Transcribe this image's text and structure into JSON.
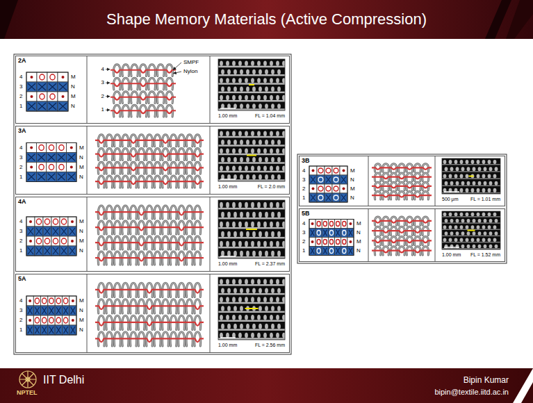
{
  "diagram": {
    "title": "Shape Memory Materials (Active Compression)",
    "nodes": [
      {
        "text": [
          "2A"
        ]
      },
      {
        "text": [
          "3A"
        ]
      },
      {
        "text": [
          "4A"
        ]
      },
      {
        "text": [
          "5A"
        ]
      },
      {
        "text": [
          "3B"
        ]
      },
      {
        "text": [
          "5B"
        ]
      }
    ],
    "labels": [
      "4",
      "M",
      "3",
      "N",
      "2",
      "M",
      "1",
      "N",
      "SMPF",
      "Nylon",
      "4",
      "3",
      "2",
      "1",
      "1.00 mm",
      "FL = 1.04 mm",
      "4",
      "M",
      "3",
      "N",
      "2",
      "M",
      "1",
      "N",
      "1.00 mm",
      "FL = 2.0 mm",
      "4",
      "M",
      "3",
      "N",
      "2",
      "M",
      "1",
      "N",
      "1.00 mm",
      "FL = 2.37 mm",
      "4",
      "M",
      "3",
      "N",
      "2",
      "M",
      "1",
      "N",
      "1.00 mm",
      "FL = 2.56 mm",
      "4",
      "M",
      "3",
      "N",
      "2",
      "M",
      "1",
      "N",
      "500 μm",
      "FL = 1.01 mm",
      "4",
      "M",
      "3",
      "N",
      "2",
      "M",
      "1",
      "N",
      "1.00 mm",
      "FL = 1.52 mm",
      "NPTEL",
      "IIT Delhi",
      "Bipin Kumar",
      "bipin@textile.iitd.ac.in"
    ]
  }
}
